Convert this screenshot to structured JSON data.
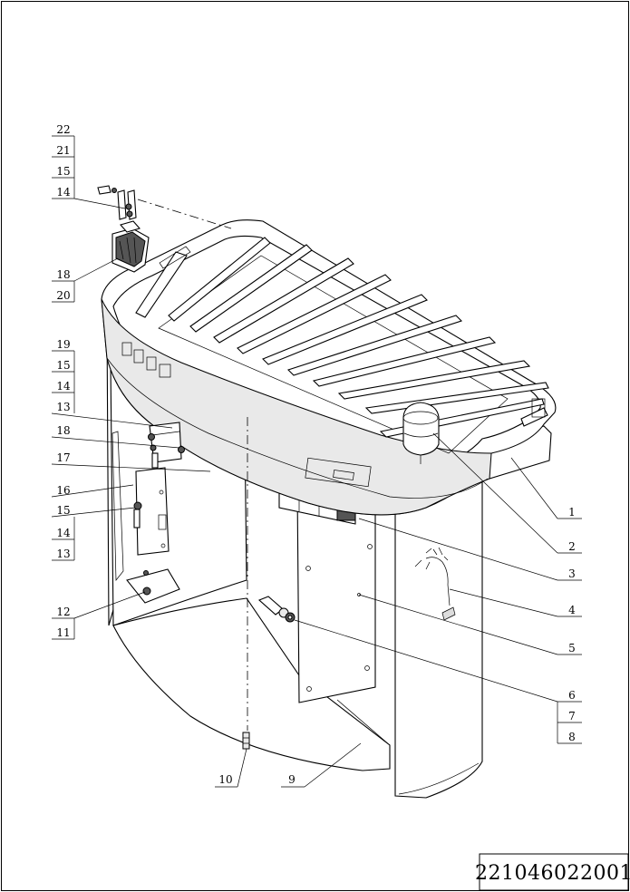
{
  "drawing_number": "221046022001",
  "callouts_left": [
    {
      "id": "22",
      "text": "22"
    },
    {
      "id": "21",
      "text": "21"
    },
    {
      "id": "15a",
      "text": "15"
    },
    {
      "id": "14a",
      "text": "14"
    },
    {
      "id": "18a",
      "text": "18"
    },
    {
      "id": "20",
      "text": "20"
    },
    {
      "id": "19",
      "text": "19"
    },
    {
      "id": "15b",
      "text": "15"
    },
    {
      "id": "14b",
      "text": "14"
    },
    {
      "id": "13a",
      "text": "13"
    },
    {
      "id": "18b",
      "text": "18"
    },
    {
      "id": "17",
      "text": "17"
    },
    {
      "id": "16",
      "text": "16"
    },
    {
      "id": "15c",
      "text": "15"
    },
    {
      "id": "14c",
      "text": "14"
    },
    {
      "id": "13b",
      "text": "13"
    },
    {
      "id": "12",
      "text": "12"
    },
    {
      "id": "11",
      "text": "11"
    }
  ],
  "callouts_right": [
    {
      "id": "1",
      "text": "1"
    },
    {
      "id": "2",
      "text": "2"
    },
    {
      "id": "3",
      "text": "3"
    },
    {
      "id": "4",
      "text": "4"
    },
    {
      "id": "5",
      "text": "5"
    },
    {
      "id": "6",
      "text": "6"
    },
    {
      "id": "7",
      "text": "7"
    },
    {
      "id": "8",
      "text": "8"
    }
  ],
  "callouts_bottom": [
    {
      "id": "10",
      "text": "10"
    },
    {
      "id": "9",
      "text": "9"
    }
  ]
}
